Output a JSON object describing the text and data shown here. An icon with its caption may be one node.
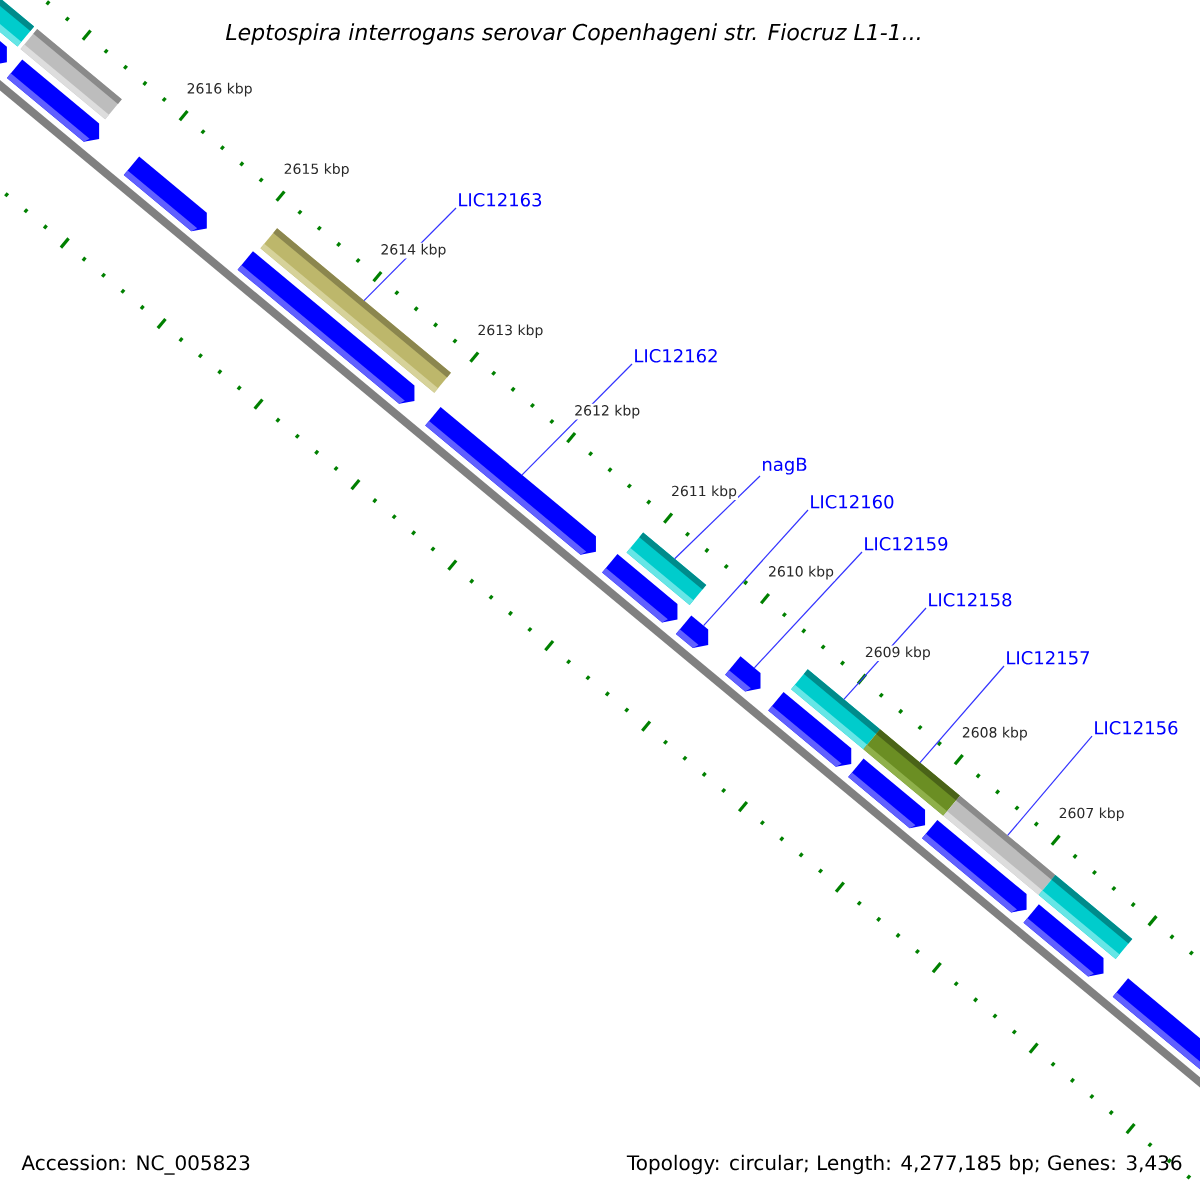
{
  "diagram": {
    "title": "Leptospira interrogans serovar Copenhageni str. Fiocruz L1-1...",
    "nodes": [
      {
        "text": [
          "LIC12163"
        ]
      },
      {
        "text": [
          "LIC12162"
        ]
      },
      {
        "text": [
          "nagB"
        ]
      },
      {
        "text": [
          "LIC12160"
        ]
      },
      {
        "text": [
          "LIC12159"
        ]
      },
      {
        "text": [
          "LIC12158"
        ]
      },
      {
        "text": [
          "LIC12157"
        ]
      },
      {
        "text": [
          "LIC12156"
        ]
      },
      {
        "text": [],
        "shape": "bar"
      },
      {
        "text": [],
        "shape": "bar"
      },
      {
        "text": [],
        "shape": "bar"
      },
      {
        "text": [],
        "shape": "bar"
      },
      {
        "text": [],
        "shape": "bar"
      },
      {
        "text": [],
        "shape": "bar"
      },
      {
        "text": [],
        "shape": "bar"
      },
      {
        "text": [],
        "shape": "bar"
      },
      {
        "text": [],
        "shape": "bar"
      },
      {
        "text": [],
        "shape": "bar"
      },
      {
        "text": [],
        "shape": "bar"
      },
      {
        "text": [],
        "shape": "bar"
      },
      {
        "text": [],
        "shape": "bar"
      },
      {
        "text": [],
        "shape": "bar"
      },
      {
        "text": [],
        "shape": "bar"
      },
      {
        "text": [],
        "shape": "bar"
      },
      {
        "text": [],
        "shape": "bar"
      },
      {
        "text": [],
        "shape": "bar"
      },
      {
        "text": [],
        "shape": "bar"
      },
      {
        "text": [],
        "shape": "bar"
      },
      {
        "text": [],
        "shape": "bar"
      }
    ],
    "edges": [
      {
        "from": 0,
        "to": 14,
        "arrow": "none"
      },
      {
        "from": 1,
        "to": 15,
        "arrow": "none"
      },
      {
        "from": 2,
        "to": 17,
        "arrow": "none"
      },
      {
        "from": 3,
        "to": 18,
        "arrow": "none"
      },
      {
        "from": 4,
        "to": 19,
        "arrow": "none"
      },
      {
        "from": 5,
        "to": 21,
        "arrow": "none"
      },
      {
        "from": 6,
        "to": 22,
        "arrow": "none"
      },
      {
        "from": 7,
        "to": 25,
        "arrow": "none"
      }
    ],
    "labels": [
      "2616 kbp",
      "2615 kbp",
      "2614 kbp",
      "2613 kbp",
      "2612 kbp",
      "2611 kbp",
      "2610 kbp",
      "2609 kbp",
      "2608 kbp",
      "2607 kbp",
      "Accession: NC_005823",
      "Topology: circular; Length: 4,277,185 bp; Genes: 3,436"
    ]
  }
}
